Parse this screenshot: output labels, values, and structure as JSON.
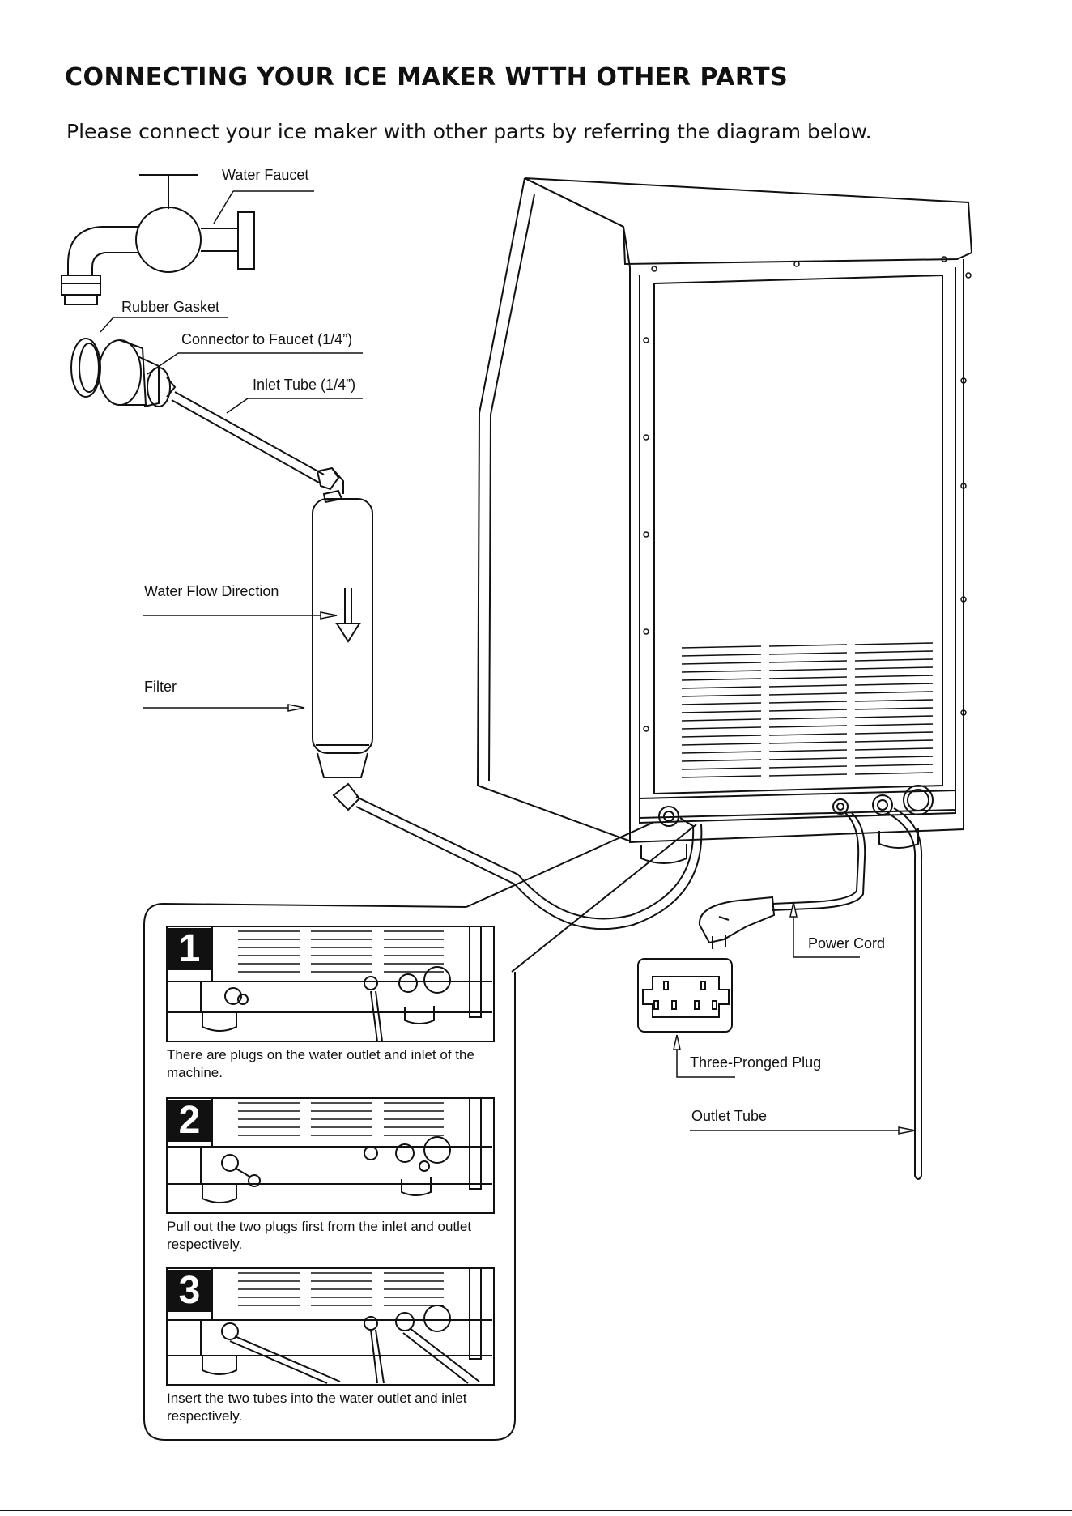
{
  "header": {
    "title": "CONNECTING YOUR ICE MAKER WTTH OTHER PARTS",
    "intro": "Please connect your ice maker with other parts by referring the diagram below."
  },
  "labels": {
    "water_faucet": "Water Faucet",
    "rubber_gasket": "Rubber Gasket",
    "connector_to_faucet": "Connector to Faucet (1/4”)",
    "inlet_tube": "Inlet Tube (1/4”)",
    "water_flow_direction": "Water Flow Direction",
    "filter": "Filter",
    "power_cord": "Power Cord",
    "three_pronged_plug": "Three-Pronged Plug",
    "outlet_tube": "Outlet Tube"
  },
  "steps": [
    {
      "number": "1",
      "text": "There are plugs on the water outlet and inlet of the machine."
    },
    {
      "number": "2",
      "text": "Pull out the two plugs first from the inlet and outlet respectively."
    },
    {
      "number": "3",
      "text": "Insert the two tubes into the water outlet and inlet respectively."
    }
  ]
}
